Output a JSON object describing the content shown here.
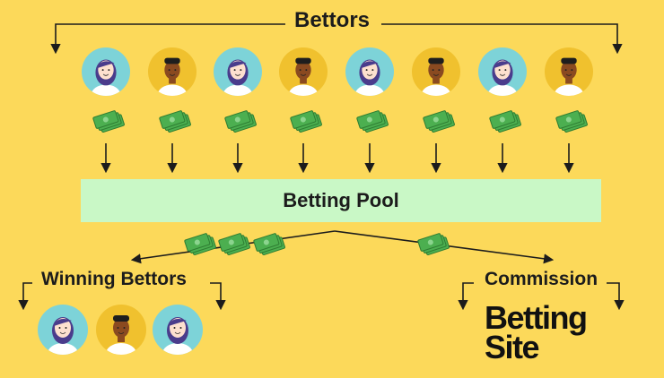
{
  "diagram": {
    "title": "Bettors",
    "pool_label": "Betting Pool",
    "winners_label": "Winning Bettors",
    "commission_label": "Commission",
    "site_name_line1": "Betting",
    "site_name_line2": "Site"
  },
  "bettors": [
    {
      "avatar": "woman-avatar-icon",
      "color": "#7dd3d8"
    },
    {
      "avatar": "man-avatar-icon",
      "color": "#f0c12e"
    },
    {
      "avatar": "woman-avatar-icon",
      "color": "#7dd3d8"
    },
    {
      "avatar": "man-avatar-icon",
      "color": "#f0c12e"
    },
    {
      "avatar": "woman-avatar-icon",
      "color": "#7dd3d8"
    },
    {
      "avatar": "man-avatar-icon",
      "color": "#f0c12e"
    },
    {
      "avatar": "woman-avatar-icon",
      "color": "#7dd3d8"
    },
    {
      "avatar": "man-avatar-icon",
      "color": "#f0c12e"
    }
  ],
  "winners": [
    {
      "avatar": "woman-avatar-icon",
      "color": "#7dd3d8"
    },
    {
      "avatar": "man-avatar-icon",
      "color": "#f0c12e"
    },
    {
      "avatar": "woman-avatar-icon",
      "color": "#7dd3d8"
    }
  ],
  "colors": {
    "background": "#fcd95a",
    "pool_fill": "#c9f8c6",
    "money": "#4caf50",
    "skin_light": "#fde0cf",
    "skin_dark": "#8a4a20",
    "hair_purple": "#4a3c8c",
    "hair_dark": "#1e1e1e",
    "shirt": "#ffffff"
  }
}
